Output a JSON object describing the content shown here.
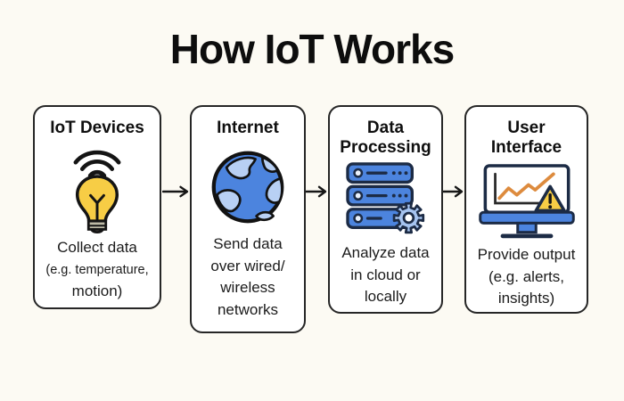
{
  "title": "How IoT Works",
  "steps": [
    {
      "heading": "IoT Devices",
      "icon": "lightbulb-wifi-icon",
      "lines": [
        "Collect data",
        "(e.g. temperature,",
        "motion)"
      ]
    },
    {
      "heading": "Internet",
      "icon": "globe-icon",
      "lines": [
        "Send data",
        "over wired/",
        "wireless",
        "networks"
      ]
    },
    {
      "heading": "Data Processing",
      "icon": "server-stack-gear-icon",
      "lines": [
        "Analyze data",
        "in cloud or",
        "locally"
      ]
    },
    {
      "heading": "User Interface",
      "icon": "monitor-chart-alert-icon",
      "lines": [
        "Provide output",
        "(e.g. alerts,",
        "insights)"
      ]
    }
  ],
  "connectors": {
    "glyph": "right-arrow",
    "count": 3
  },
  "colors": {
    "background": "#FCFAF3",
    "card_bg": "#FFFFFF",
    "outline": "#262626",
    "blue": "#4C84DE",
    "light_blue": "#B5CFF4",
    "yellow": "#F7CD45",
    "bulb_base_gray": "#BDBAA6",
    "orange": "#DD8B3E",
    "icon_outline_navy": "#1C2B45"
  }
}
